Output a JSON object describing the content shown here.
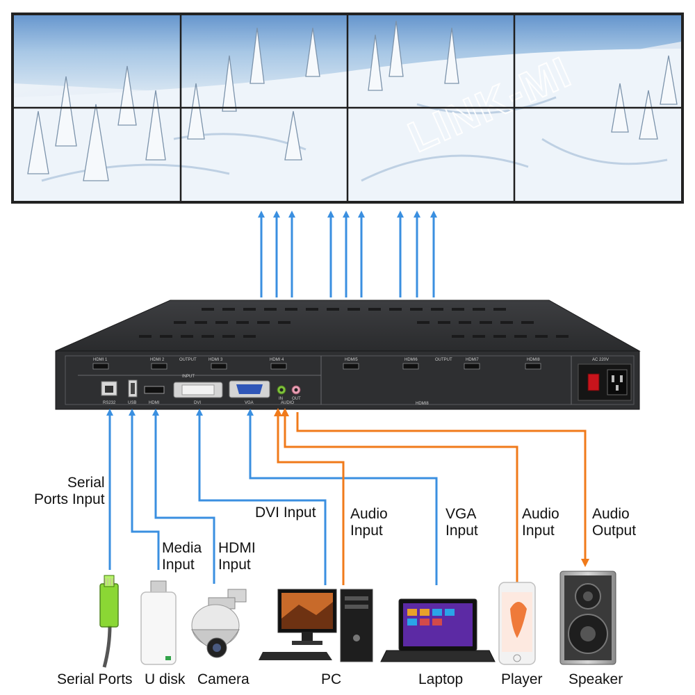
{
  "watermark": "LINK-MI",
  "colors": {
    "video_arrow": "#3a8fe0",
    "audio_arrow": "#f07a1a",
    "device_body": "#2e2f31",
    "screen_border": "#222222"
  },
  "device": {
    "output_labels": [
      "HDMI 1",
      "HDMI 2",
      "OUTPUT",
      "HDMI 3",
      "HDMI 4",
      "HDMI5",
      "HDMI6",
      "OUTPUT",
      "HDMI7",
      "HDMI8"
    ],
    "input_header": "INPUT",
    "input_labels": [
      "RS232",
      "USB",
      "HDMI",
      "DVI",
      "VGA",
      "AUDIO"
    ],
    "audio_jacks": [
      "IN",
      "OUT"
    ],
    "bottom_right_label": "HDMI8",
    "power_label": "AC 220V"
  },
  "connections": {
    "serial": "Serial\nPorts Input",
    "media": "Media\nInput",
    "hdmi": "HDMI\nInput",
    "dvi": "DVI Input",
    "audio_pc": "Audio\nInput",
    "vga": "VGA\nInput",
    "audio_player": "Audio\nInput",
    "audio_out": "Audio\nOutput"
  },
  "devices": [
    "Serial Ports",
    "U disk",
    "Camera",
    "PC",
    "Laptop",
    "Player",
    "Speaker"
  ],
  "icons": [
    "rj45-cable-icon",
    "usb-disk-icon",
    "dome-camera-icon",
    "desktop-pc-icon",
    "laptop-icon",
    "smartphone-icon",
    "speaker-icon"
  ]
}
